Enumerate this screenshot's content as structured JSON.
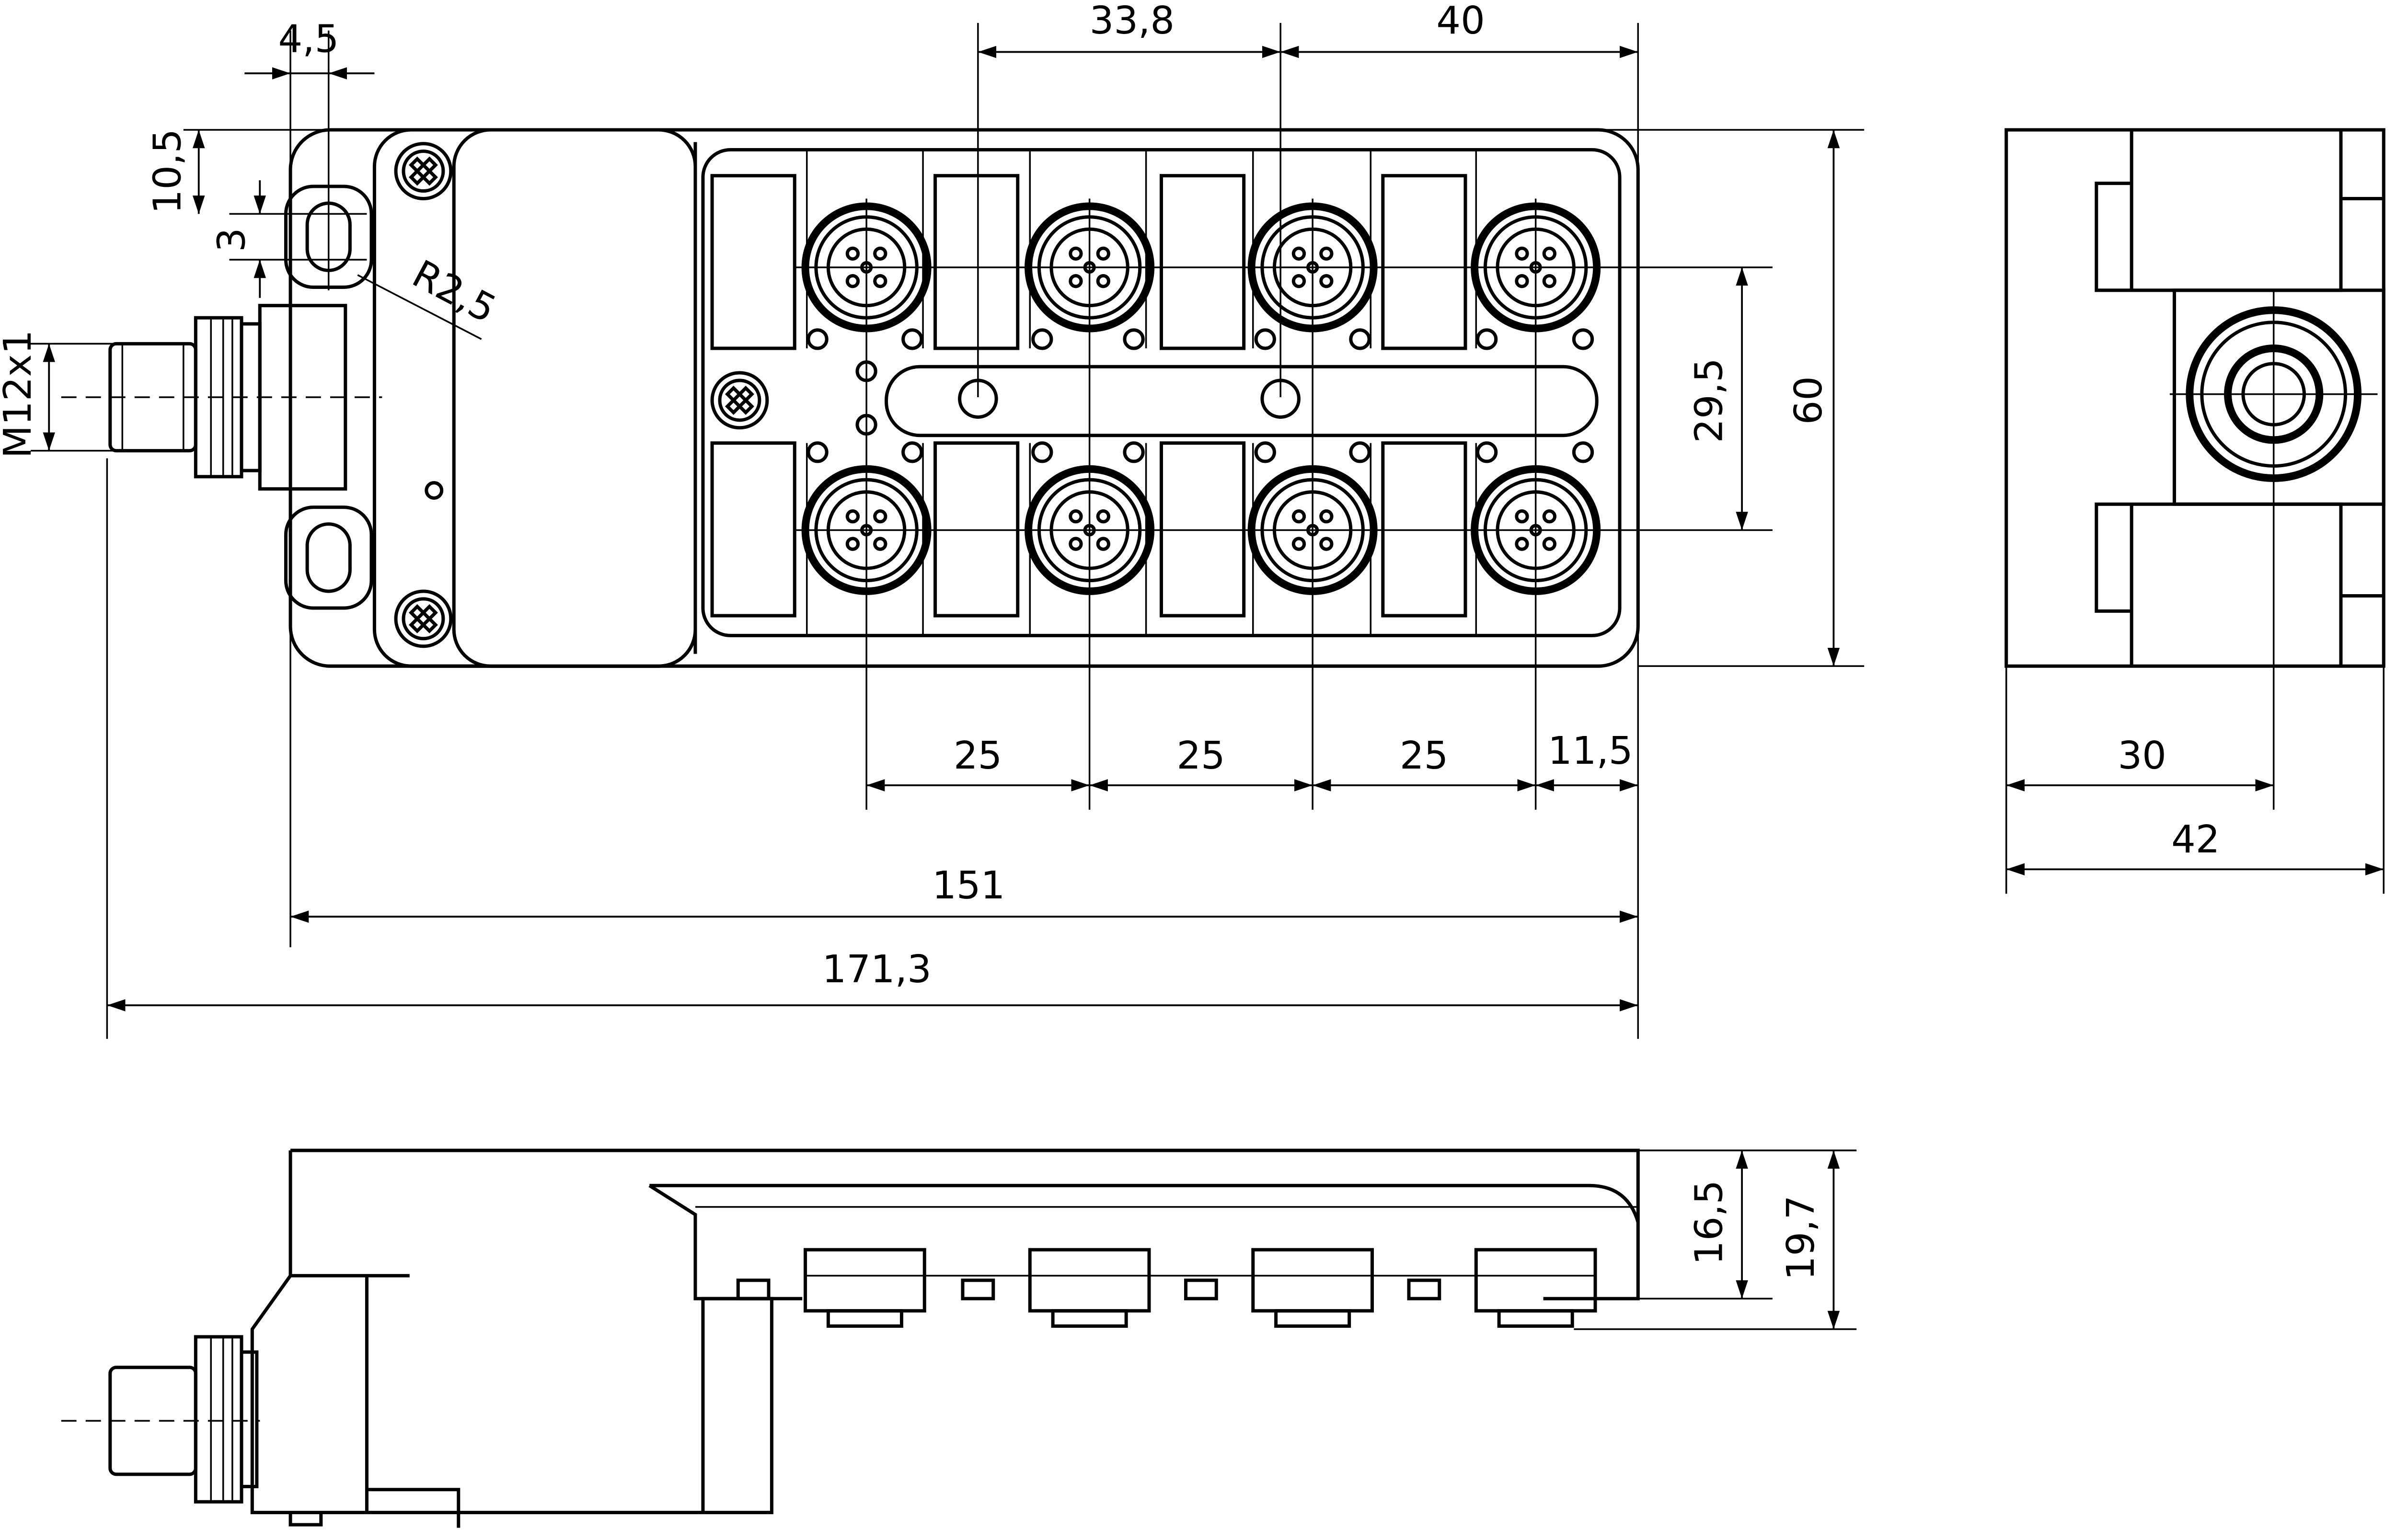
{
  "title": "Multiport connector box technical drawing",
  "dimensions": {
    "hole_offset": "4,5",
    "pitch_top_left": "33,8",
    "pitch_top_right": "40",
    "hole_top": "10,5",
    "hole_width": "3",
    "radius": "R2,5",
    "thread": "M12x1",
    "row_spacing": "29,5",
    "height": "60",
    "pitch_1": "25",
    "pitch_2": "25",
    "pitch_3": "25",
    "end_offset": "11,5",
    "body_length": "151",
    "total_length": "171,3",
    "side_connector_offset": "30",
    "side_width": "42",
    "body_height": "16,5",
    "total_height": "19,7"
  }
}
